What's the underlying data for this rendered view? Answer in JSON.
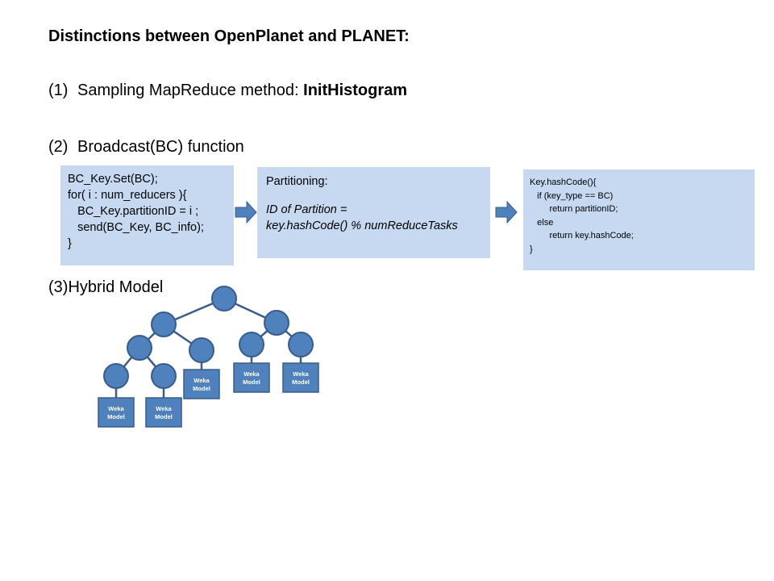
{
  "heading": "Distinctions between OpenPlanet and PLANET:",
  "items": [
    {
      "num": "(1)",
      "text": "Sampling MapReduce method: ",
      "bold": "InitHistogram"
    },
    {
      "num": "(2)",
      "text": "Broadcast(BC) function"
    },
    {
      "num": "(3)",
      "text": "Hybrid Model"
    }
  ],
  "box1": {
    "lines": [
      "BC_Key.Set(BC);",
      "for( i : num_reducers ){",
      "   BC_Key.partitionID = i ;",
      "   send(BC_Key, BC_info);",
      "}"
    ]
  },
  "box2": {
    "title": "Partitioning:",
    "line1": "ID of Partition =",
    "line2": "key.hashCode() % numReduceTasks"
  },
  "box3": {
    "lines": [
      "Key.hashCode(){",
      "   if (key_type == BC)",
      "        return partitionID;",
      "   else",
      "        return key.hashCode;",
      "}"
    ]
  },
  "tree": {
    "model_label_1": "Weka",
    "model_label_2": "Model"
  },
  "colors": {
    "box_fill": "#c6d9f1",
    "node_fill": "#4f81bd",
    "node_stroke": "#385d8a",
    "arrow_fill": "#4f81bd"
  }
}
